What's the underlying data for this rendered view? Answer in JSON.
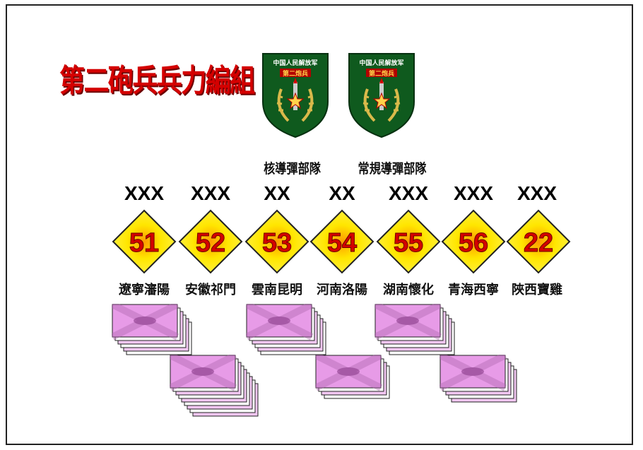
{
  "title": "第二砲兵兵力編組",
  "badges": [
    {
      "top_text": "中国人民解放军",
      "sub_text": "第二炮兵",
      "label": "核導彈部隊"
    },
    {
      "top_text": "中国人民解放军",
      "sub_text": "第二炮兵",
      "label": "常規導彈部隊"
    }
  ],
  "bases": [
    {
      "echelon": "XXX",
      "number": "51",
      "location": "遼寧瀋陽"
    },
    {
      "echelon": "XXX",
      "number": "52",
      "location": "安徽祁門"
    },
    {
      "echelon": "XX",
      "number": "53",
      "location": "雲南昆明"
    },
    {
      "echelon": "XX",
      "number": "54",
      "location": "河南洛陽"
    },
    {
      "echelon": "XXX",
      "number": "55",
      "location": "湖南懷化"
    },
    {
      "echelon": "XXX",
      "number": "56",
      "location": "青海西寧"
    },
    {
      "echelon": "XXX",
      "number": "22",
      "location": "陜西寶雞"
    }
  ],
  "colors": {
    "title": "#d40000",
    "badge_green": "#0f5a1e",
    "badge_gold": "#d9b94a",
    "diamond_yellow": "#ffe600",
    "number_red": "#d40000",
    "card_pink": "#e79be7"
  }
}
